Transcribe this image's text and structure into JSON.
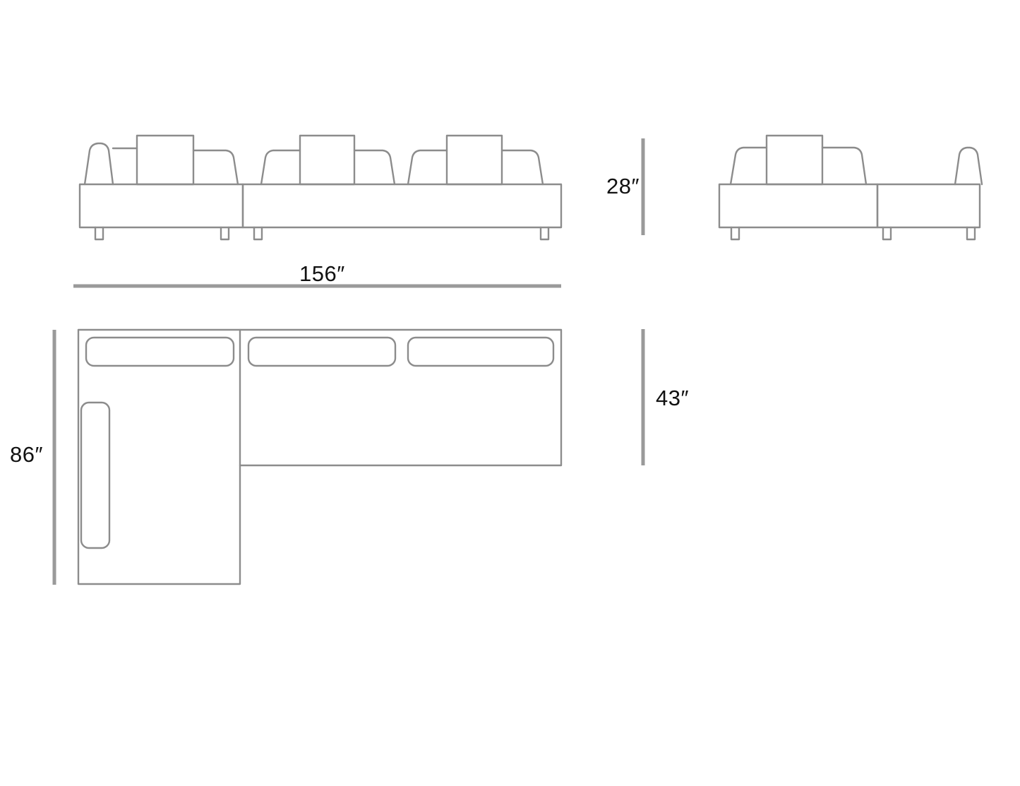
{
  "document": {
    "type": "furniture-dimension-drawing",
    "subject": "sectional-sofa-with-chaise",
    "background_color": "#ffffff",
    "line_color": "#8c8c8c",
    "dimension_line_color": "#9a9a9a",
    "text_color": "#111111"
  },
  "dimensions": {
    "overall_width": "156″",
    "overall_height": "28″",
    "overall_depth": "86″",
    "sofa_depth": "43″"
  },
  "views": {
    "front_elevation": {
      "name": "front-elevation",
      "module_count": 2,
      "back_cushions": 3,
      "arms": 1,
      "legs": 4
    },
    "side_elevation": {
      "name": "side-elevation",
      "module_count": 2,
      "back_cushions": 1,
      "arms": 2,
      "legs": 3
    },
    "plan_view": {
      "name": "plan-view",
      "shape": "L-shaped",
      "back_cushions": 3,
      "arm_cushions": 1
    }
  },
  "dimension_lines": {
    "width_line": {
      "label": "156″",
      "orientation": "horizontal"
    },
    "height_line": {
      "label": "28″",
      "orientation": "vertical"
    },
    "depth_line": {
      "label": "86″",
      "orientation": "vertical"
    },
    "seat_depth_line": {
      "label": "43″",
      "orientation": "vertical"
    }
  }
}
